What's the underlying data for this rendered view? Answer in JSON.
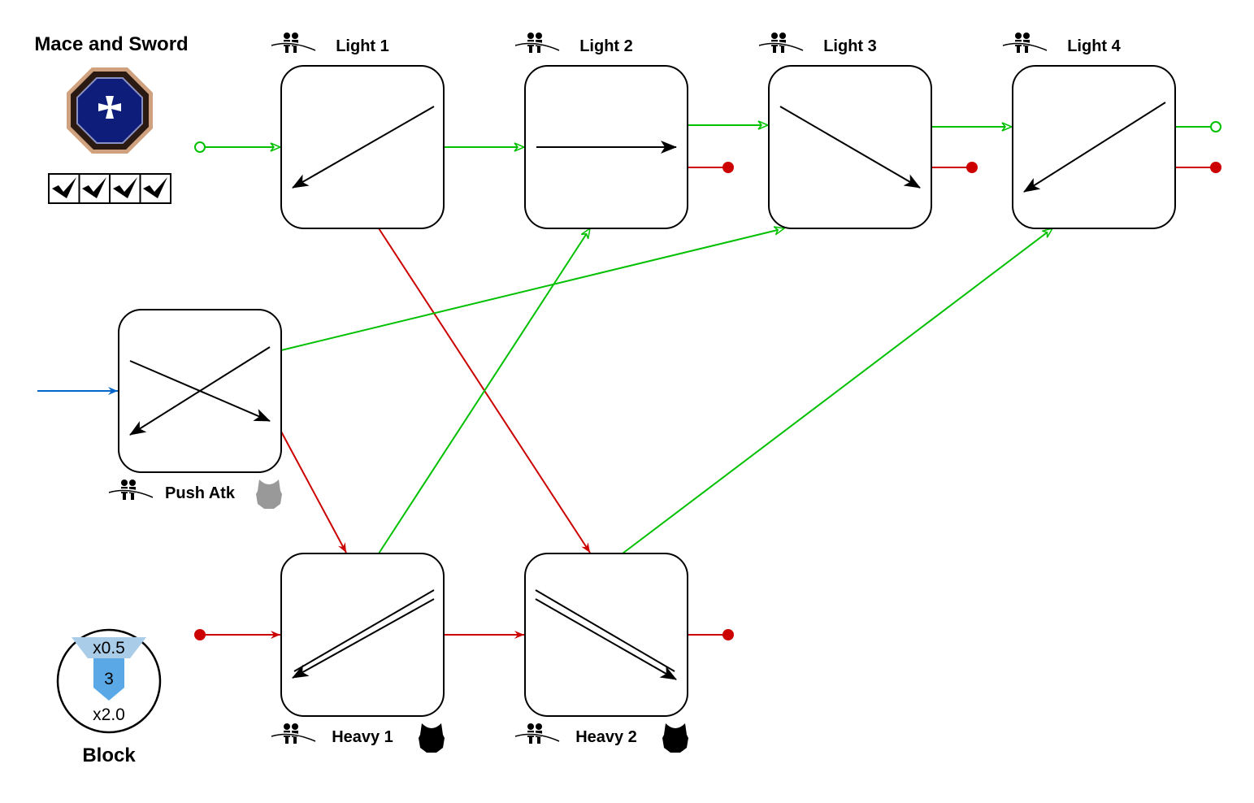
{
  "title": "Mace and Sword",
  "checks": 4,
  "colors": {
    "light": "#00c000",
    "heavy": "#cc0000",
    "block": "#0066cc",
    "node_stroke": "#000000"
  },
  "nodes": [
    {
      "id": "light1",
      "label": "Light 1",
      "arrow": "down-left",
      "armor": null
    },
    {
      "id": "light2",
      "label": "Light 2",
      "arrow": "right",
      "armor": null
    },
    {
      "id": "light3",
      "label": "Light 3",
      "arrow": "down-right",
      "armor": null
    },
    {
      "id": "light4",
      "label": "Light 4",
      "arrow": "down-left",
      "armor": null
    },
    {
      "id": "push",
      "label": "Push Atk",
      "arrow": "cross",
      "armor": "gray"
    },
    {
      "id": "heavy1",
      "label": "Heavy 1",
      "arrow": "double-down-left",
      "armor": "black"
    },
    {
      "id": "heavy2",
      "label": "Heavy 2",
      "arrow": "double-down-right",
      "armor": "black"
    }
  ],
  "block": {
    "label": "Block",
    "top": "x0.5",
    "middle": "3",
    "bottom": "x2.0"
  },
  "edges": [
    {
      "from": "start",
      "to": "light1",
      "type": "light"
    },
    {
      "from": "light1",
      "to": "light2",
      "type": "light"
    },
    {
      "from": "light2",
      "to": "light3",
      "type": "light"
    },
    {
      "from": "light3",
      "to": "light4",
      "type": "light"
    },
    {
      "from": "light1",
      "to": "heavy2",
      "type": "heavy"
    },
    {
      "from": "push",
      "to": "light3",
      "type": "light"
    },
    {
      "from": "push",
      "to": "heavy1",
      "type": "heavy"
    },
    {
      "from": "heavy1",
      "to": "light2",
      "type": "light"
    },
    {
      "from": "heavy2",
      "to": "light4",
      "type": "light"
    },
    {
      "from": "start",
      "to": "heavy1",
      "type": "heavy"
    },
    {
      "from": "heavy1",
      "to": "heavy2",
      "type": "heavy"
    },
    {
      "from": "start",
      "to": "push",
      "type": "block"
    }
  ]
}
